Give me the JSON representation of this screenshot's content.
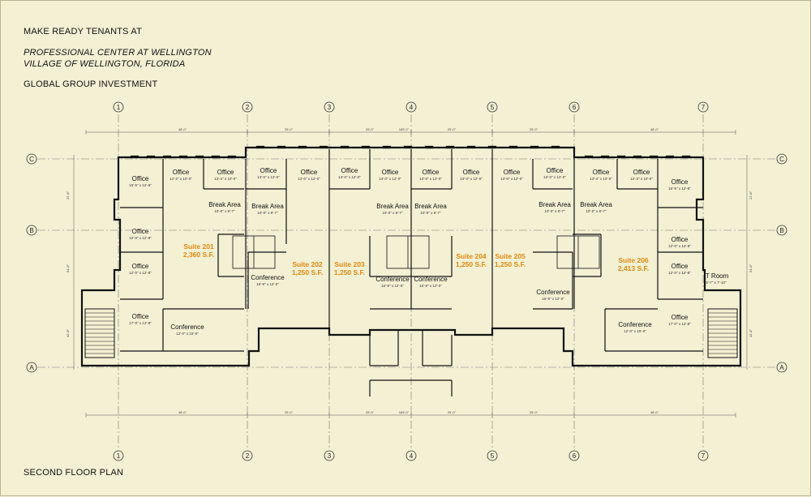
{
  "header": {
    "line1": "MAKE READY TENANTS AT",
    "line2": "PROFESSIONAL CENTER AT WELLINGTON",
    "line3": "VILLAGE OF WELLINGTON, FLORIDA",
    "line4": "GLOBAL GROUP INVESTMENT"
  },
  "footer": {
    "plan_title": "SECOND FLOOR PLAN"
  },
  "grid": {
    "columns": [
      "1",
      "2",
      "3",
      "4",
      "5",
      "6",
      "7"
    ],
    "rows": [
      "C",
      "B",
      "A"
    ],
    "top_dims": [
      "48'-0\"",
      "25'-0\"",
      "25'-0\"",
      "165'-0\"",
      "25'-0\"",
      "25'-0\"",
      "48'-0\""
    ],
    "side_dims": [
      "22'-8\"",
      "54'-8\"",
      "42'-8\""
    ]
  },
  "suites": [
    {
      "name": "Suite 201",
      "area": "2,360 S.F."
    },
    {
      "name": "Suite 202",
      "area": "1,250 S.F."
    },
    {
      "name": "Suite 203",
      "area": "1,250 S.F."
    },
    {
      "name": "Suite 204",
      "area": "1,250 S.F."
    },
    {
      "name": "Suite 205",
      "area": "1,250 S.F."
    },
    {
      "name": "Suite 206",
      "area": "2,413 S.F."
    }
  ],
  "rooms": [
    {
      "name": "Office",
      "dim": "15'-5\" x 12'-8\""
    },
    {
      "name": "Office",
      "dim": "12'-2\" x 10'-0\""
    },
    {
      "name": "Office",
      "dim": "13'-4\" x 10'-0\""
    },
    {
      "name": "Office",
      "dim": "13'-0\" x 12'-0\""
    },
    {
      "name": "Office",
      "dim": "13'-0\" x 12'-0\""
    },
    {
      "name": "Office",
      "dim": "13'-0\" x 12'-0\""
    },
    {
      "name": "Office",
      "dim": "13'-0\" x 12'-0\""
    },
    {
      "name": "Office",
      "dim": "13'-0\" x 12'-0\""
    },
    {
      "name": "Office",
      "dim": "13'-0\" x 12'-0\""
    },
    {
      "name": "Office",
      "dim": "13'-0\" x 12'-0\""
    },
    {
      "name": "Office",
      "dim": "13'-0\" x 12'-0\""
    },
    {
      "name": "Office",
      "dim": "13'-4\" x 10'-0\""
    },
    {
      "name": "Office",
      "dim": "12'-3\" x 10'-0\""
    },
    {
      "name": "Office",
      "dim": "15'-5\" x 12'-8\""
    },
    {
      "name": "Office",
      "dim": "12'-0\" x 12'-8\""
    },
    {
      "name": "Office",
      "dim": "12'-0\" x 12'-8\""
    },
    {
      "name": "Office",
      "dim": "17'-0\" x 12'-8\""
    },
    {
      "name": "Office",
      "dim": "12'-0\" x 12'-8\""
    },
    {
      "name": "Office",
      "dim": "12'-0\" x 12'-8\""
    },
    {
      "name": "Office",
      "dim": "17'-0\" x 12'-8\""
    },
    {
      "name": "Break Area",
      "dim": "10'-0\" x 8'-7\""
    },
    {
      "name": "Break Area",
      "dim": "10'-0\" x 8'-7\""
    },
    {
      "name": "Break Area",
      "dim": "10'-0\" x 8'-7\""
    },
    {
      "name": "Break Area",
      "dim": "10'-0\" x 8'-7\""
    },
    {
      "name": "Break Area",
      "dim": "10'-0\" x 8'-7\""
    },
    {
      "name": "Break Area",
      "dim": "10'-0\" x 8'-7\""
    },
    {
      "name": "Conference",
      "dim": "16'-9\" x 12'-0\""
    },
    {
      "name": "Conference",
      "dim": "16'-9\" x 12'-0\""
    },
    {
      "name": "Conference",
      "dim": "16'-9\" x 12'-0\""
    },
    {
      "name": "Conference",
      "dim": "16'-9\" x 12'-0\""
    },
    {
      "name": "Conference",
      "dim": "12'-0\" x 15'-0\""
    },
    {
      "name": "Conference",
      "dim": "12'-0\" x 15'-0\""
    },
    {
      "name": "IT Room",
      "dim": "5'-7\" x 7'-10\""
    }
  ]
}
